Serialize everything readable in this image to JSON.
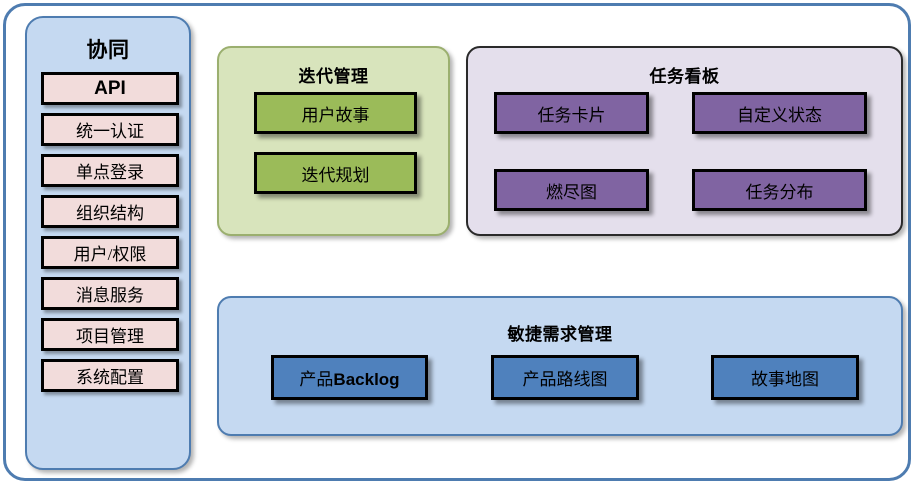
{
  "diagram": {
    "title_colors": {
      "frame_border": "#4E7CB0",
      "sidebar_bg": "#C5D9F1",
      "sidebar_chip_bg": "#F2DCDB",
      "iteration_panel_bg": "#D8E4BC",
      "iteration_box_bg": "#9BBB59",
      "taskboard_panel_bg": "#E4DFEC",
      "taskboard_box_bg": "#8064A2",
      "agile_panel_bg": "#C5D9F1",
      "agile_box_bg": "#4F81BD",
      "box_border": "#000000"
    }
  },
  "sidebar": {
    "title": "协同",
    "items": [
      {
        "label": "API",
        "emphasis": "bold"
      },
      {
        "label": "统一认证",
        "emphasis": "normal"
      },
      {
        "label": "单点登录",
        "emphasis": "normal"
      },
      {
        "label": "组织结构",
        "emphasis": "normal"
      },
      {
        "label": "用户/权限",
        "emphasis": "normal"
      },
      {
        "label": "消息服务",
        "emphasis": "normal"
      },
      {
        "label": "项目管理",
        "emphasis": "normal"
      },
      {
        "label": "系统配置",
        "emphasis": "normal"
      }
    ]
  },
  "iteration": {
    "title": "迭代管理",
    "items": [
      {
        "label": "用户故事"
      },
      {
        "label": "迭代规划"
      }
    ]
  },
  "taskboard": {
    "title": "任务看板",
    "items": [
      {
        "label": "任务卡片"
      },
      {
        "label": "自定义状态"
      },
      {
        "label": "燃尽图"
      },
      {
        "label": "任务分布"
      }
    ]
  },
  "agile": {
    "title": "敏捷需求管理",
    "items": [
      {
        "label": "产品Backlog"
      },
      {
        "label": "产品路线图"
      },
      {
        "label": "故事地图"
      }
    ]
  }
}
